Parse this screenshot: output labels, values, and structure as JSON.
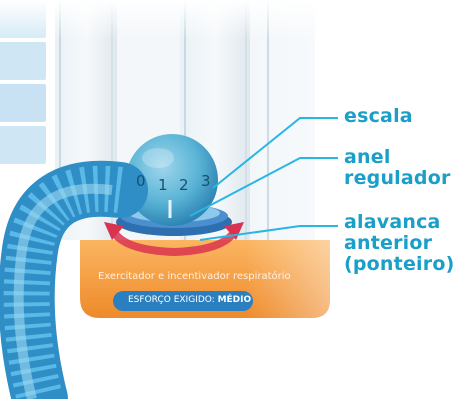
{
  "colors": {
    "label_color": "#1aa0c8",
    "callout_line": "#29b6e2",
    "sidebar_strip_light": "#cfe6f5",
    "sidebar_strip_mid": "#bcdcf0",
    "tube_blue": "#3fa8d9",
    "ball_blue": "#5ab4d6",
    "base_orange": "#f39a3a",
    "pill_blue": "#2a7fc0",
    "arrow_red": "#d9344f"
  },
  "callouts": {
    "scale": "escala",
    "ring": "anel\nregulador",
    "lever": "alavanca\nanterior\n(ponteiro)"
  },
  "device": {
    "scale_numbers": [
      "0",
      "1",
      "2",
      "3"
    ],
    "caption": "Exercitador e incentivador respiratório",
    "effort_prefix": "ESFORÇO EXIGIDO: ",
    "effort_value": "MÉDIO"
  },
  "icons": {
    "ball": "incentive-ball-icon",
    "tube": "breathing-tube-icon"
  }
}
